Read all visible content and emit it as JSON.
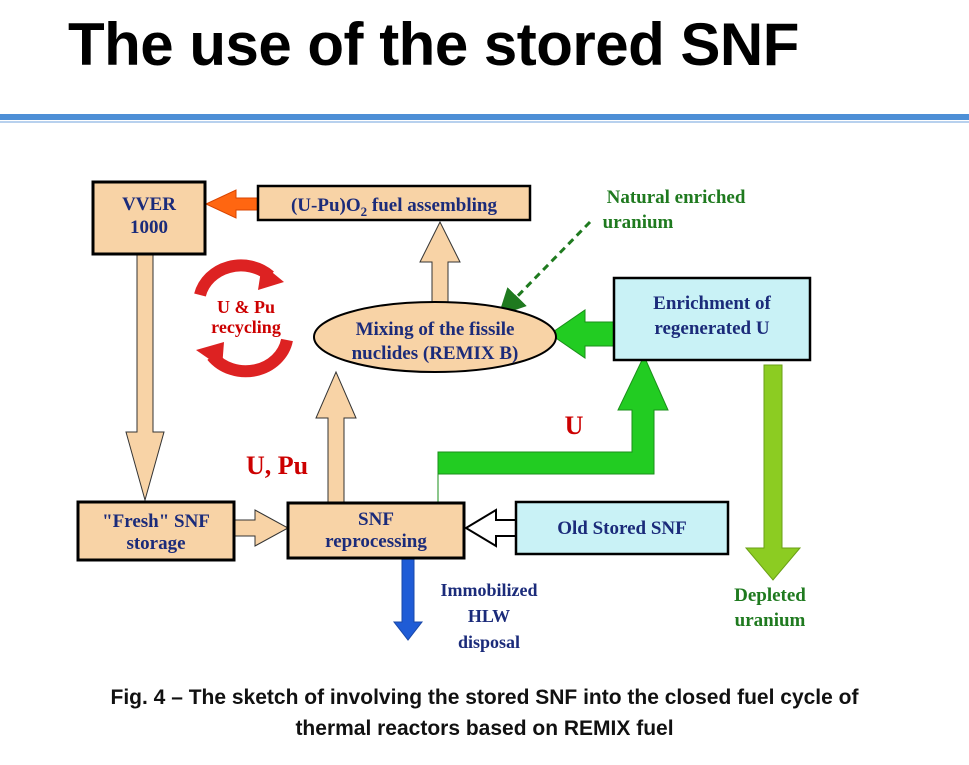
{
  "title": "The use of the stored SNF",
  "nodes": {
    "vver": {
      "line1": "VVER",
      "line2": "1000"
    },
    "fuel_assembling": {
      "prefix": "(U-Pu)O",
      "subscript": "2",
      "suffix": " fuel assembling"
    },
    "natural_uranium": {
      "line1": "Natural enriched",
      "line2": "uranium"
    },
    "enrichment": {
      "line1": "Enrichment of",
      "line2": "regenerated U"
    },
    "mixing": {
      "line1": "Mixing of the fissile",
      "line2": "nuclides (REMIX B)"
    },
    "recycling": {
      "line1": "U & Pu",
      "line2": "recycling"
    },
    "fresh_snf": {
      "line1": "\"Fresh\" SNF",
      "line2": "storage"
    },
    "reprocessing": {
      "line1": "SNF",
      "line2": "reprocessing"
    },
    "old_stored": {
      "label": "Old Stored SNF"
    },
    "hlw": {
      "line1": "Immobilized",
      "line2": "HLW",
      "line3": "disposal"
    },
    "depleted": {
      "line1": "Depleted",
      "line2": "uranium"
    }
  },
  "flow_labels": {
    "u_pu": "U, Pu",
    "u": "U"
  },
  "caption": {
    "line1": "Fig. 4 – The sketch of involving the stored SNF into the closed fuel cycle of",
    "line2": "thermal reactors based on REMIX fuel"
  },
  "colors": {
    "box_fill": "#f8d3a6",
    "box_border": "#000000",
    "node_text_blue": "#1b2b7a",
    "enrichment_fill": "#c9f2f6",
    "green_arrow": "#22cc22",
    "depleted_arrow": "#8ccc22",
    "blue_arrow": "#1f5cd6",
    "orange_arrow": "#ff6611",
    "red_label": "#cc0000",
    "dark_green_text": "#1f7a1f",
    "title_rule": "#4d8fd6"
  }
}
